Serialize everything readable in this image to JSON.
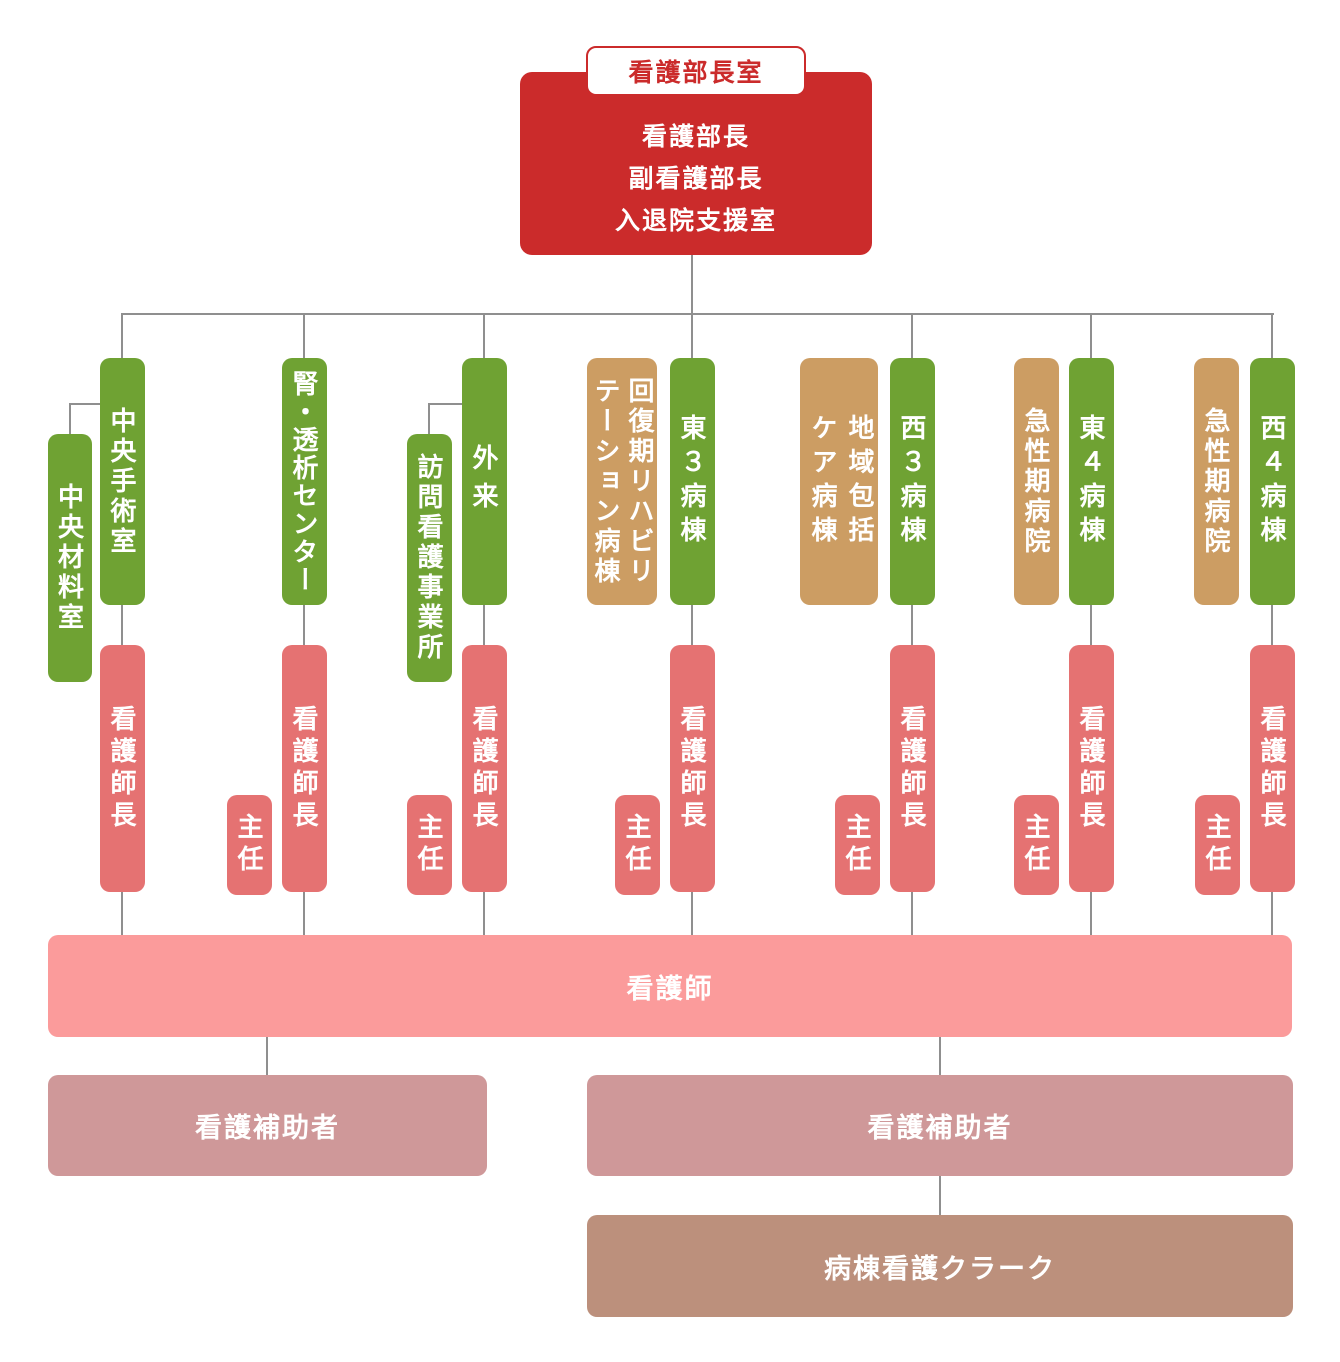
{
  "header": {
    "office_label": "看護部長室",
    "member_lines": [
      "看護部長",
      "副看護部長",
      "入退院支援室"
    ]
  },
  "departments": {
    "central_materials": "中央材料室",
    "central_operating": "中央手術室",
    "renal_dialysis": "腎・透析センター",
    "visiting_nursing": "訪問看護事業所",
    "outpatient": "外来",
    "rehab_ward": "回復期リハビリテーション病棟",
    "east3_ward": "東３病棟",
    "community_care_ward": "地域包括ケア病棟",
    "west3_ward": "西３病棟",
    "acute_hospital_1": "急性期病院",
    "east4_ward": "東４病棟",
    "acute_hospital_2": "急性期病院",
    "west4_ward": "西４病棟"
  },
  "roles": {
    "head_nurse": "看護師長",
    "chief": "主任",
    "nurse": "看護師",
    "nursing_assistant_left": "看護補助者",
    "nursing_assistant_right": "看護補助者",
    "ward_clerk": "病棟看護クラーク"
  },
  "colors": {
    "root_red": "#cb2b2b",
    "department_green": "#6fa233",
    "partner_tan": "#cc9d63",
    "role_coral": "#e57272",
    "nurse_light_pink": "#fb9b9b",
    "assistant_rose": "#cf9899",
    "clerk_brown": "#bc907c",
    "connector_gray": "#8f8f8f"
  }
}
